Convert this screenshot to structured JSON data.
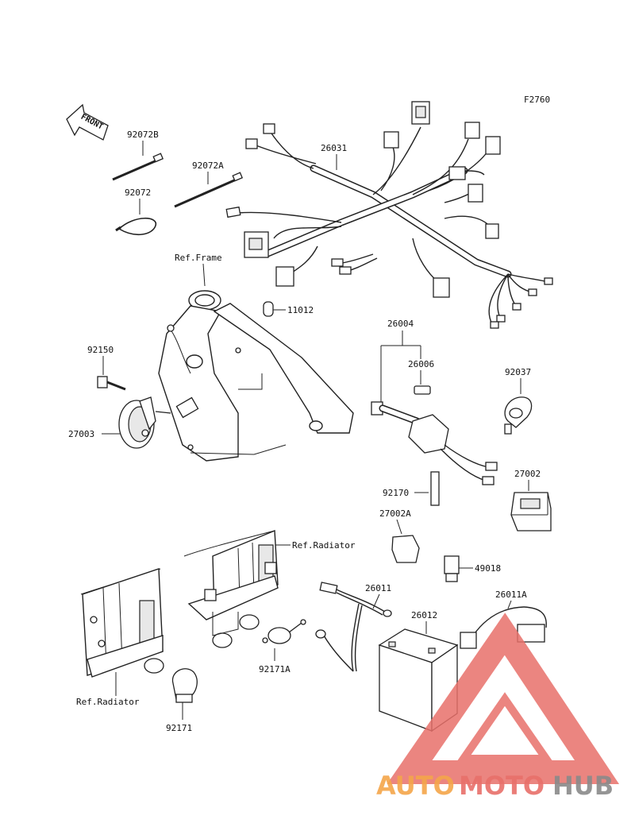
{
  "diagram": {
    "code": "F2760",
    "front_label": "FRONT",
    "labels": {
      "p92072B": "92072B",
      "p92072A": "92072A",
      "p92072": "92072",
      "p26031": "26031",
      "ref_frame": "Ref.Frame",
      "p11012": "11012",
      "p92150": "92150",
      "p27003": "27003",
      "p26004": "26004",
      "p26006": "26006",
      "p92037": "92037",
      "p92170": "92170",
      "p27002": "27002",
      "p27002A": "27002A",
      "ref_radiator_1": "Ref.Radiator",
      "p49018": "49018",
      "p26011": "26011",
      "p26011A": "26011A",
      "p26012": "26012",
      "p92171A": "92171A",
      "ref_radiator_2": "Ref.Radiator",
      "p92171": "92171"
    }
  },
  "watermark": {
    "part1": "AUTO",
    "part2": "MOTO",
    "part3": "HUB",
    "color_orange": "#f4a64a",
    "color_red": "#e8706a",
    "color_gray": "#8a8a8a"
  }
}
